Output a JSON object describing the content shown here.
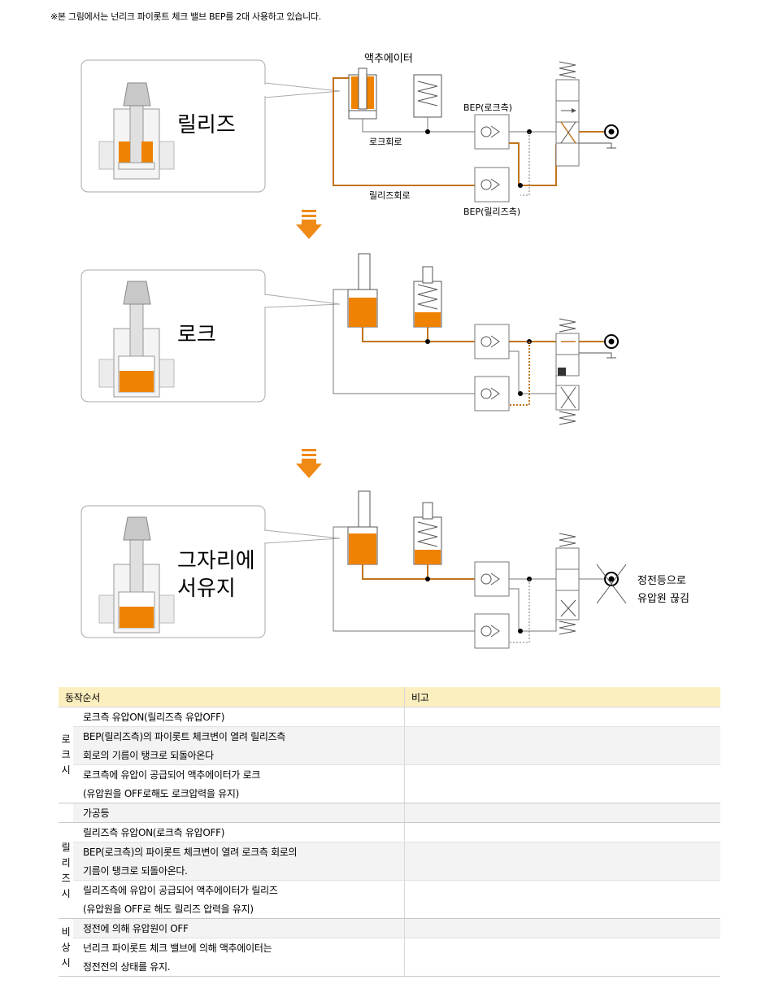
{
  "note": "※본 그림에서는 넌리크 파이롯트 체크 밸브 BEP를 2대 사용하고 있습니다.",
  "labels": {
    "actuator": "액추에이터",
    "lock_circuit": "로크회로",
    "release_circuit": "릴리즈회로",
    "bep_lock": "BEP(로크측)",
    "bep_release": "BEP(릴리즈측)",
    "power_off_1": "정전등으로",
    "power_off_2": "유압원 끊김"
  },
  "states": [
    {
      "line1": "릴리즈",
      "line2": ""
    },
    {
      "line1": "로크",
      "line2": ""
    },
    {
      "line1": "그자리에",
      "line2": "서유지"
    }
  ],
  "colors": {
    "oil": "#ef8200",
    "pipe_active": "#c2741c",
    "line": "#777777",
    "arrow": "#f08a17"
  },
  "table": {
    "headers": [
      "동작순서",
      "비고"
    ],
    "groups": [
      {
        "label": [
          "로",
          "크",
          "시"
        ],
        "rows": [
          {
            "lines": [
              "로크측 유압ON(릴리즈측 유압OFF)"
            ]
          },
          {
            "lines": [
              "BEP(릴리즈측)의 파이롯트 체크변이 열려 릴리즈측",
              "회로의 기름이 탱크로 되돌아온다"
            ]
          },
          {
            "lines": [
              "로크측에 유압이 공급되어 액추에이터가 로크",
              "(유압원을 OFF로해도 로크압력을 유지)"
            ]
          }
        ]
      },
      {
        "label": [],
        "rows": [
          {
            "lines": [
              "가공등"
            ]
          }
        ]
      },
      {
        "label": [
          "릴",
          "리",
          "즈",
          "시"
        ],
        "rows": [
          {
            "lines": [
              "릴리즈측 유압ON(로크측 유압OFF)"
            ]
          },
          {
            "lines": [
              "BEP(로크측)의 파이롯트 체크변이 열려 로크측 회로의",
              "기름이 탱크로 되돌아온다."
            ]
          },
          {
            "lines": [
              "릴리즈측에 유압이 공급되어 액추에이터가 릴리즈",
              "(유압원을 OFF로 해도 릴리즈 압력을 유지)"
            ]
          }
        ]
      },
      {
        "label": [
          "비",
          "상",
          "시"
        ],
        "rows": [
          {
            "lines": [
              "정전에 의해 유압원이 OFF"
            ]
          },
          {
            "lines": [
              "넌리크 파이롯트 체크 밸브에 의해 액추에이터는",
              "정전전의 상태를 유지."
            ]
          }
        ]
      }
    ]
  }
}
